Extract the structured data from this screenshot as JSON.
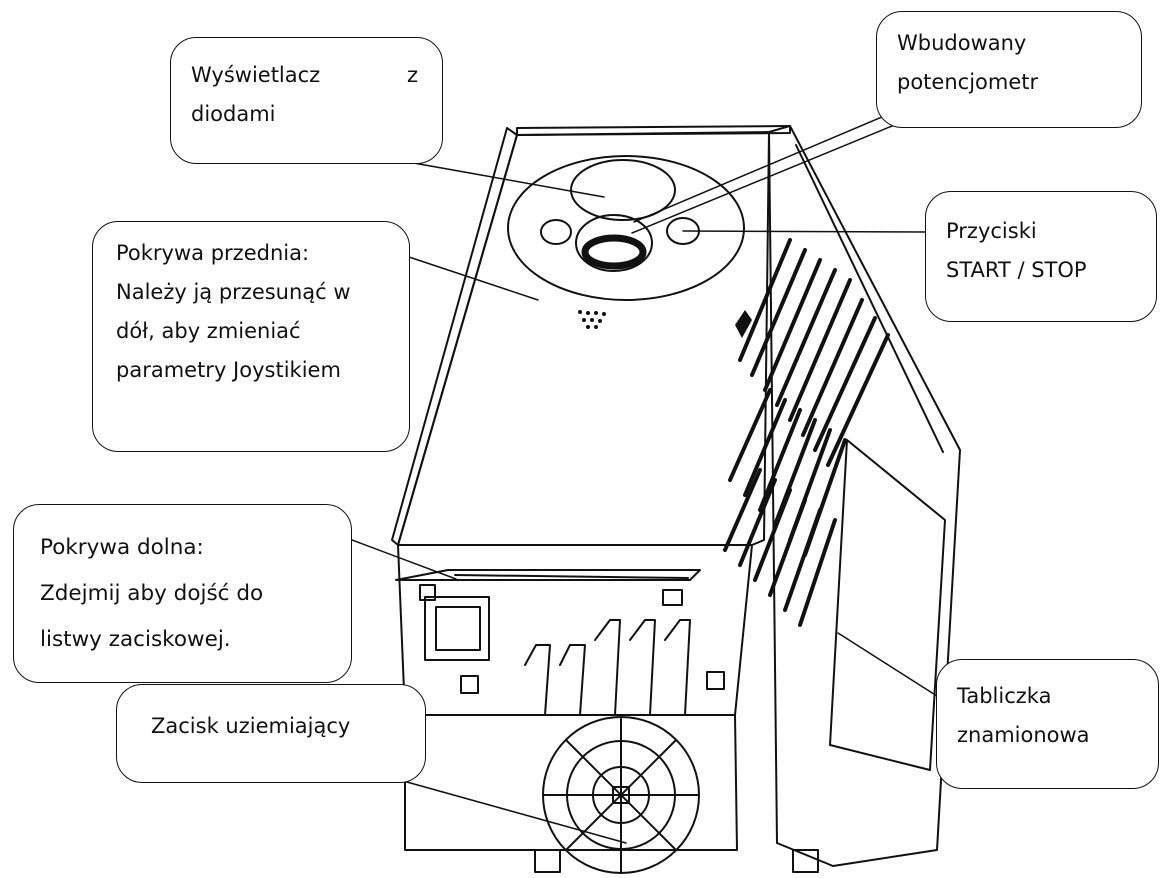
{
  "callouts": {
    "display": {
      "lines": [
        "Wyświetlacz",
        "z",
        "diodami"
      ]
    },
    "pot": {
      "lines": [
        "Wbudowany",
        "potencjometr"
      ]
    },
    "buttons": {
      "lines": [
        "Przyciski",
        "START / STOP"
      ]
    },
    "front": {
      "lines": [
        "Pokrywa przednia:",
        "Należy ją przesunąć w",
        "dół, aby zmieniać",
        "parametry Joystikiem"
      ]
    },
    "bottom": {
      "lines": [
        "Pokrywa dolna:",
        "Zdejmij aby dojść do",
        "listwy zaciskowej."
      ]
    },
    "plate": {
      "lines": [
        "Tabliczka",
        "znamionowa"
      ]
    },
    "ground": {
      "lines": [
        "Zacisk uziemiający"
      ]
    }
  },
  "colors": {
    "line": "#111111",
    "background": "#ffffff"
  }
}
